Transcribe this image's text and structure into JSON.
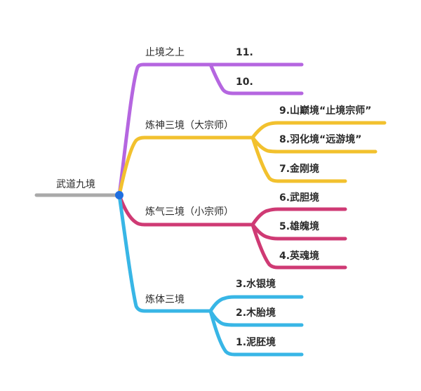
{
  "root": {
    "label": "武道九境"
  },
  "colors": {
    "root_line": "#a9a9a9",
    "root_dot": "#1f6fe0",
    "purple": "#b566e0",
    "yellow": "#f2c12e",
    "magenta": "#cf3a74",
    "blue": "#38b6e6"
  },
  "branches": [
    {
      "label": "止境之上",
      "children": [
        "11.",
        "10."
      ]
    },
    {
      "label": "炼神三境（大宗师）",
      "children": [
        "9.山巅境“止境宗师”",
        "8.羽化境“远游境”",
        "7.金刚境"
      ]
    },
    {
      "label": "炼气三境（小宗师）",
      "children": [
        "6.武胆境",
        "5.雄魄境",
        "4.英魂境"
      ]
    },
    {
      "label": "炼体三境",
      "children": [
        "3.水银境",
        "2.木胎境",
        "1.泥胚境"
      ]
    }
  ]
}
